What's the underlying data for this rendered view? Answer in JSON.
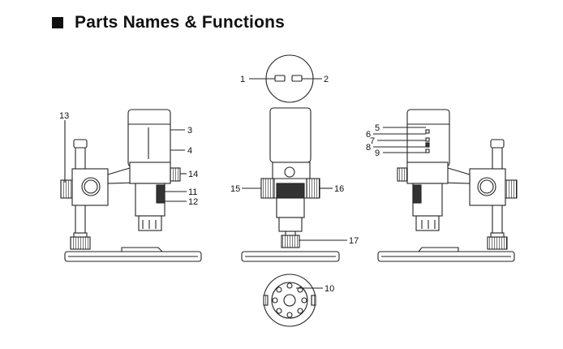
{
  "header": {
    "title": "Parts Names & Functions",
    "bullet_icon": "black-square-icon"
  },
  "callouts": [
    {
      "id": "c1",
      "text": "1"
    },
    {
      "id": "c2",
      "text": "2"
    },
    {
      "id": "c3",
      "text": "3"
    },
    {
      "id": "c4",
      "text": "4"
    },
    {
      "id": "c5",
      "text": "5"
    },
    {
      "id": "c6",
      "text": "6"
    },
    {
      "id": "c7",
      "text": "7"
    },
    {
      "id": "c8",
      "text": "8"
    },
    {
      "id": "c9",
      "text": "9"
    },
    {
      "id": "c10",
      "text": "10"
    },
    {
      "id": "c11",
      "text": "11"
    },
    {
      "id": "c12",
      "text": "12"
    },
    {
      "id": "c13",
      "text": "13"
    },
    {
      "id": "c14",
      "text": "14"
    },
    {
      "id": "c15",
      "text": "15"
    },
    {
      "id": "c16",
      "text": "16"
    },
    {
      "id": "c17",
      "text": "17"
    }
  ],
  "colors": {
    "line": "#222222",
    "fill": "#ffffff",
    "dark": "#333333"
  }
}
